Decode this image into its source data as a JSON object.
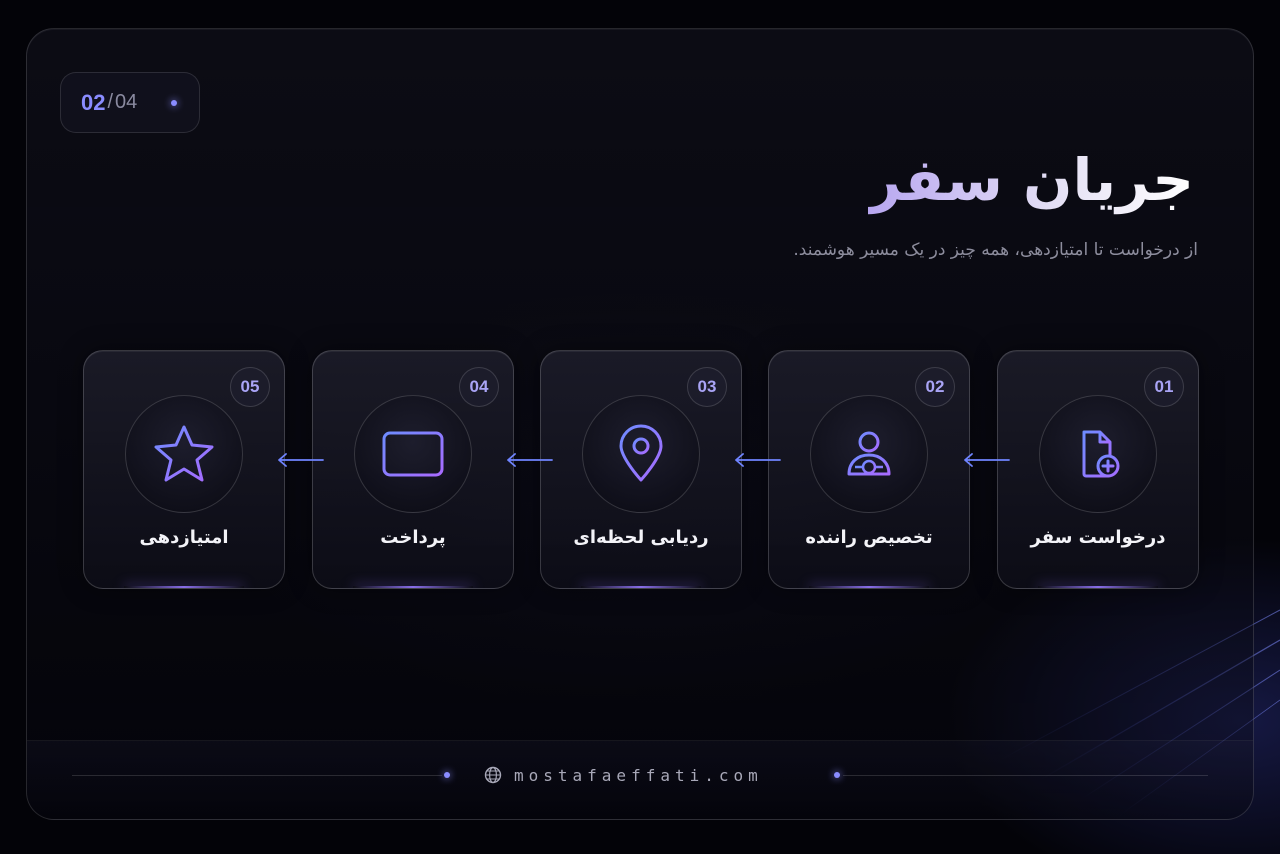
{
  "counter": {
    "current": "02",
    "separator": "/",
    "total": "04"
  },
  "title": "جریان سفر",
  "subtitle": "از درخواست تا امتیازدهی، همه چیز در یک مسیر هوشمند.",
  "steps": [
    {
      "number": "01",
      "label": "درخواست سفر",
      "icon": "file-plus-icon"
    },
    {
      "number": "02",
      "label": "تخصیص راننده",
      "icon": "driver-icon"
    },
    {
      "number": "03",
      "label": "ردیابی لحظه‌ای",
      "icon": "map-pin-icon"
    },
    {
      "number": "04",
      "label": "پرداخت",
      "icon": "credit-card-icon"
    },
    {
      "number": "05",
      "label": "امتیازدهی",
      "icon": "star-icon"
    }
  ],
  "footer": {
    "url": "mostafaeffati.com",
    "icon": "globe-icon"
  },
  "colors": {
    "accent": "#8a8cff",
    "accent_purple": "#a87bff",
    "background": "#030308"
  }
}
